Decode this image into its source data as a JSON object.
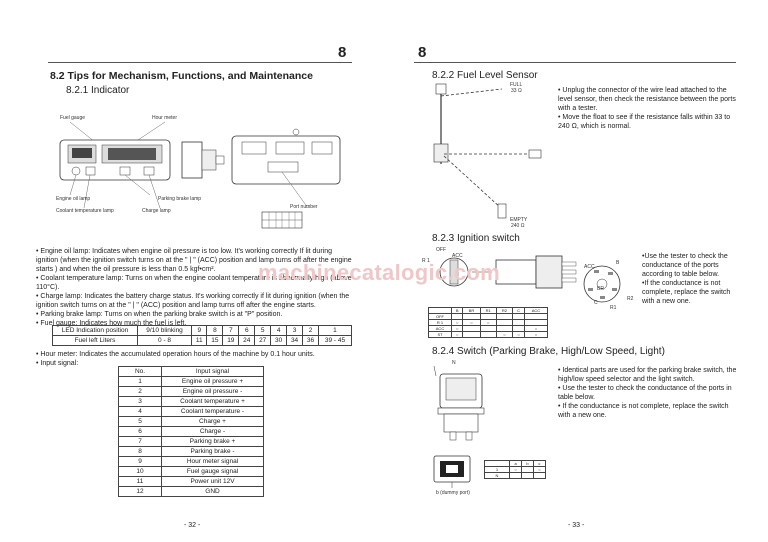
{
  "left": {
    "chapter": "8",
    "section_title": "8.2    Tips for Mechanism, Functions, and Maintenance",
    "subsection_title": "8.2.1    Indicator",
    "labels": {
      "fuel_gauge": "Fuel gauge",
      "hour_meter": "Hour meter",
      "engine_oil_lamp": "Engine oil lamp",
      "parking_brake_lamp": "Parking brake lamp",
      "coolant_temp_lamp": "Coolant temperature lamp",
      "charge_lamp": "Charge lamp",
      "port_number": "Port number"
    },
    "bullets": [
      "Engine oil lamp: Indicates when engine oil pressure is too low. It's working correctly If lit during ignition (when the ignition switch turns on at the \" | \" (ACC) position and lamp turns off after the engine starts ) and when the oil pressure is less than 0.5 kgf•cm².",
      "Coolant temperature lamp: Turns on when the engine coolant temperature is abnormally high (above 110°C).",
      "Charge lamp: Indicates the battery charge status. It's working correctly if lit during ignition (when the ignition switch turns on at the \" | \" (ACC) position and lamp turns off after the engine starts.",
      "Parking brake lamp: Turns on when the parking brake switch is at \"P\" position.",
      "Fuel gauge: Indicates how much the fuel is left."
    ],
    "led_table": {
      "rows": [
        [
          "LED Indication position",
          "9/10 blinking",
          "9",
          "8",
          "7",
          "6",
          "5",
          "4",
          "3",
          "2",
          "1"
        ],
        [
          "Fuel left Liters",
          "0 - 8",
          "11",
          "15",
          "19",
          "24",
          "27",
          "30",
          "34",
          "36",
          "39 - 45"
        ]
      ]
    },
    "bullets2": [
      "Hour meter: Indicates the accumulated operation hours of the machine by 0.1 hour units.",
      "Input signal:"
    ],
    "signal_table": {
      "header": [
        "No.",
        "Input signal"
      ],
      "rows": [
        [
          "1",
          "Engine oil pressure +"
        ],
        [
          "2",
          "Engine oil pressure -"
        ],
        [
          "3",
          "Coolant temperature +"
        ],
        [
          "4",
          "Coolant temperature -"
        ],
        [
          "5",
          "Charge +"
        ],
        [
          "6",
          "Charge -"
        ],
        [
          "7",
          "Parking brake +"
        ],
        [
          "8",
          "Parking brake -"
        ],
        [
          "9",
          "Hour meter signal"
        ],
        [
          "10",
          "Fuel gauge signal"
        ],
        [
          "11",
          "Power unit 12V"
        ],
        [
          "12",
          "GND"
        ]
      ]
    },
    "page_number": "- 32 -"
  },
  "right": {
    "chapter": "8",
    "fuel_sensor": {
      "title": "8.2.2    Fuel Level Sensor",
      "full_label": "FULL",
      "full_value": "33 Ω",
      "empty_label": "EMPTY",
      "empty_value": "240 Ω",
      "bullets": [
        "Unplug the connector of the wire lead attached to the level sensor, then check the  resistance between  the ports  with  a  tester.",
        "Move the float to see if the resistance falls within 33 to 240 Ω, which is normal."
      ]
    },
    "ignition": {
      "title": "8.2.3    Ignition switch",
      "positions": [
        "OFF",
        "ACC",
        "R 1"
      ],
      "table_header": [
        "B",
        "BR",
        "R1",
        "R2",
        "C",
        "ACC"
      ],
      "table_rows": [
        "OFF",
        "R 1",
        "ACC",
        "ST"
      ],
      "port_labels": [
        "ACC",
        "B",
        "R2",
        "BR",
        "R1",
        "C"
      ],
      "bullets": [
        "Use the tester to check the conductance of the ports according to table below.",
        "If the conductance is not complete, replace the switch with a new one."
      ]
    },
    "switch": {
      "title": "8.2.4    Switch (Parking Brake, High/Low Speed, Light)",
      "n_label": "N",
      "dummy_label": "b (dummy port)",
      "table_header": [
        "a",
        "b",
        "c"
      ],
      "table_rows": [
        "1",
        "N"
      ],
      "bullets": [
        "Identical parts are used for the parking brake switch, the high/low speed selector and the light switch.",
        "Use the tester to check the conductance of the ports in table below.",
        "If the conductance is not complete, replace the switch with a new one."
      ]
    },
    "page_number": "- 33 -"
  },
  "watermark": "machinecatalogic.com"
}
